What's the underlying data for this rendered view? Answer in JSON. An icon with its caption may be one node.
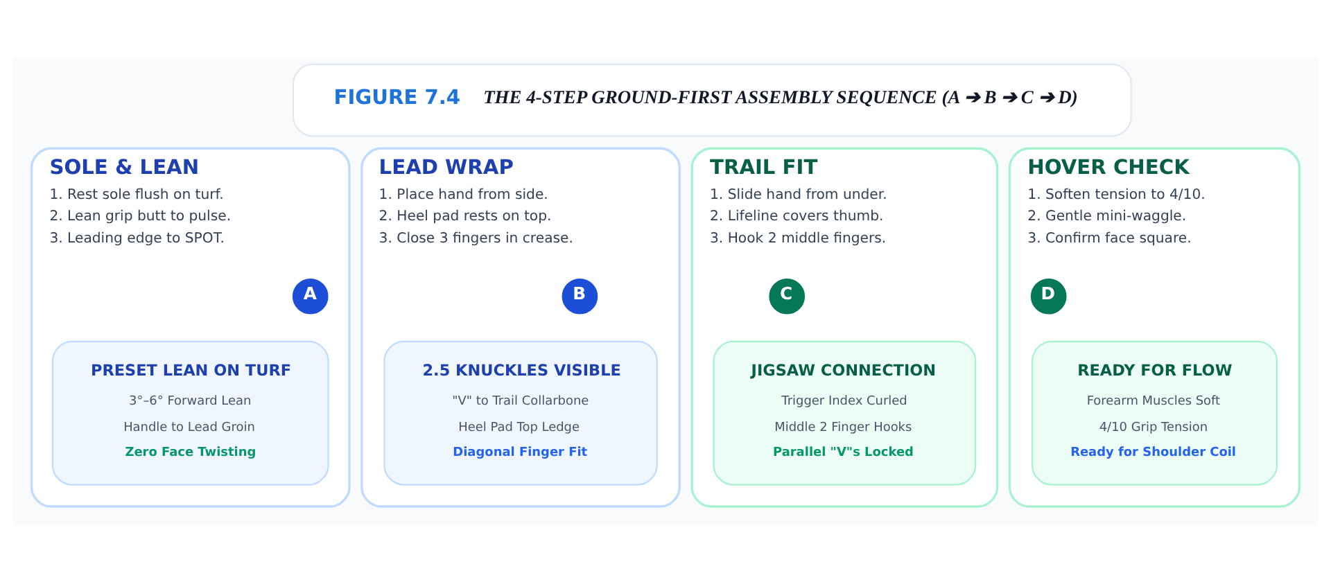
{
  "diagram": {
    "nodes": [
      {
        "text": [
          "FIGURE 7.4",
          "THE 4-STEP GROUND-FIRST ASSEMBLY SEQUENCE (A ➔ B ➔ C ➔ D)"
        ]
      },
      {
        "text": [
          "SOLE & LEAN",
          "1. Rest sole flush on turf.",
          "2. Lean grip butt to pulse.",
          "3. Leading edge to SPOT."
        ]
      },
      {
        "text": [
          "A"
        ],
        "in": 1
      },
      {
        "text": [
          "PRESET LEAN ON TURF",
          "3°–6° Forward Lean",
          "Handle to Lead Groin",
          "Zero Face Twisting"
        ],
        "in": 1
      },
      {
        "text": [
          "LEAD WRAP",
          "1. Place hand from side.",
          "2. Heel pad rests on top.",
          "3. Close 3 fingers in crease."
        ]
      },
      {
        "text": [
          "B"
        ],
        "in": 4
      },
      {
        "text": [
          "2.5 KNUCKLES VISIBLE",
          "\"V\" to Trail Collarbone",
          "Heel Pad Top Ledge",
          "Diagonal Finger Fit"
        ],
        "in": 4
      },
      {
        "text": [
          "TRAIL FIT",
          "1. Slide hand from under.",
          "2. Lifeline covers thumb.",
          "3. Hook 2 middle fingers."
        ]
      },
      {
        "text": [
          "C"
        ],
        "in": 7
      },
      {
        "text": [
          "JIGSAW CONNECTION",
          "Trigger Index Curled",
          "Middle 2 Finger Hooks",
          "Parallel \"V\"s Locked"
        ],
        "in": 7
      },
      {
        "text": [
          "HOVER CHECK",
          "1. Soften tension to 4/10.",
          "2. Gentle mini-waggle.",
          "3. Confirm face square."
        ]
      },
      {
        "text": [
          "D"
        ],
        "in": 10
      },
      {
        "text": [
          "READY FOR FLOW",
          "Forearm Muscles Soft",
          "4/10 Grip Tension",
          "Ready for Shoulder Coil"
        ],
        "in": 10
      }
    ],
    "edges": []
  }
}
